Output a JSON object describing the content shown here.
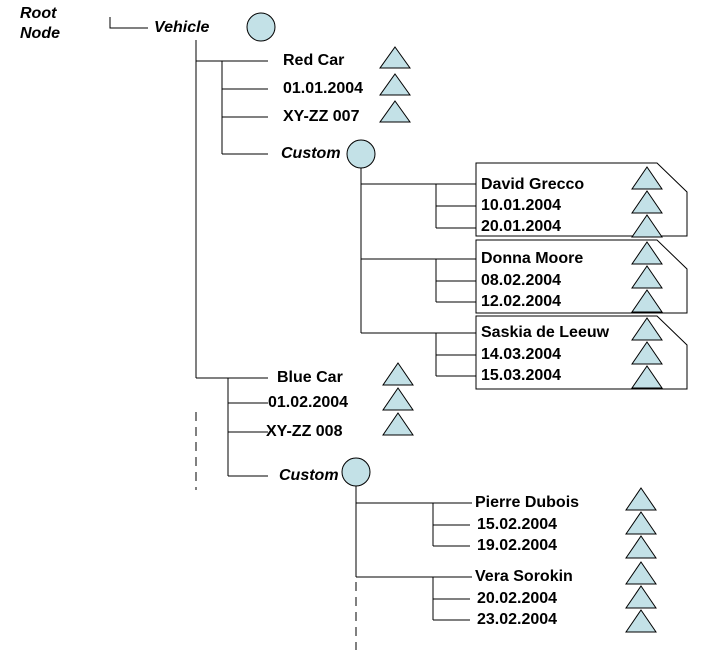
{
  "diagram_type": "tree",
  "colors": {
    "line": "#000000",
    "node_fill": "#c3e1e7",
    "card_fill": "#ffffff",
    "text": "#000000"
  },
  "icons": {
    "node_circle": "circle",
    "attribute_triangle": "triangle-up"
  },
  "tree": {
    "root_label": "Root Node",
    "vehicle_label": "Vehicle",
    "red_car": {
      "name": "Red Car",
      "date": "01.01.2004",
      "plate": "XY-ZZ 007",
      "customers_label": "Custom"
    },
    "red_car_customers": [
      {
        "name": "David Grecco",
        "date1": "10.01.2004",
        "date2": "20.01.2004"
      },
      {
        "name": "Donna Moore",
        "date1": "08.02.2004",
        "date2": "12.02.2004"
      },
      {
        "name": "Saskia de Leeuw",
        "date1": "14.03.2004",
        "date2": "15.03.2004"
      }
    ],
    "blue_car": {
      "name": "Blue Car",
      "date": "01.02.2004",
      "plate": "XY-ZZ 008",
      "customers_label": "Custom"
    },
    "blue_car_customers": [
      {
        "name": "Pierre Dubois",
        "date1": "15.02.2004",
        "date2": "19.02.2004"
      },
      {
        "name": "Vera Sorokin",
        "date1": "20.02.2004",
        "date2": "23.02.2004"
      }
    ]
  }
}
